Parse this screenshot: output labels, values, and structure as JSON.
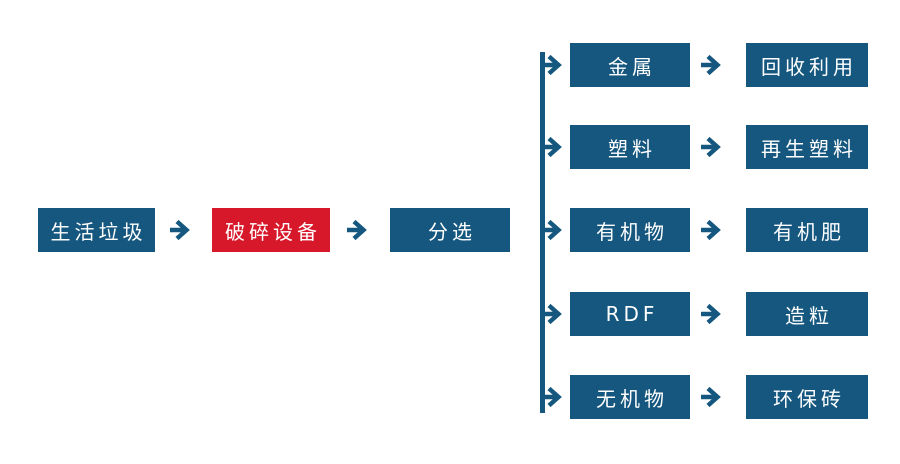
{
  "diagram": {
    "type": "flowchart",
    "colors": {
      "node_blue": "#15577F",
      "node_red": "#D7182A",
      "connector": "#15577F",
      "text": "#FFFFFF",
      "background": "#FFFFFF"
    },
    "icons": {
      "arrow_right": "→"
    },
    "main_flow": [
      {
        "id": "household-waste",
        "label": "生活垃圾",
        "color": "blue"
      },
      {
        "id": "crushing-equipment",
        "label": "破碎设备",
        "color": "red"
      },
      {
        "id": "sorting",
        "label": "分选",
        "color": "blue"
      }
    ],
    "branches": [
      {
        "material": "金属",
        "output": "回收利用"
      },
      {
        "material": "塑料",
        "output": "再生塑料"
      },
      {
        "material": "有机物",
        "output": "有机肥"
      },
      {
        "material": "RDF",
        "output": "造粒"
      },
      {
        "material": "无机物",
        "output": "环保砖"
      }
    ]
  }
}
